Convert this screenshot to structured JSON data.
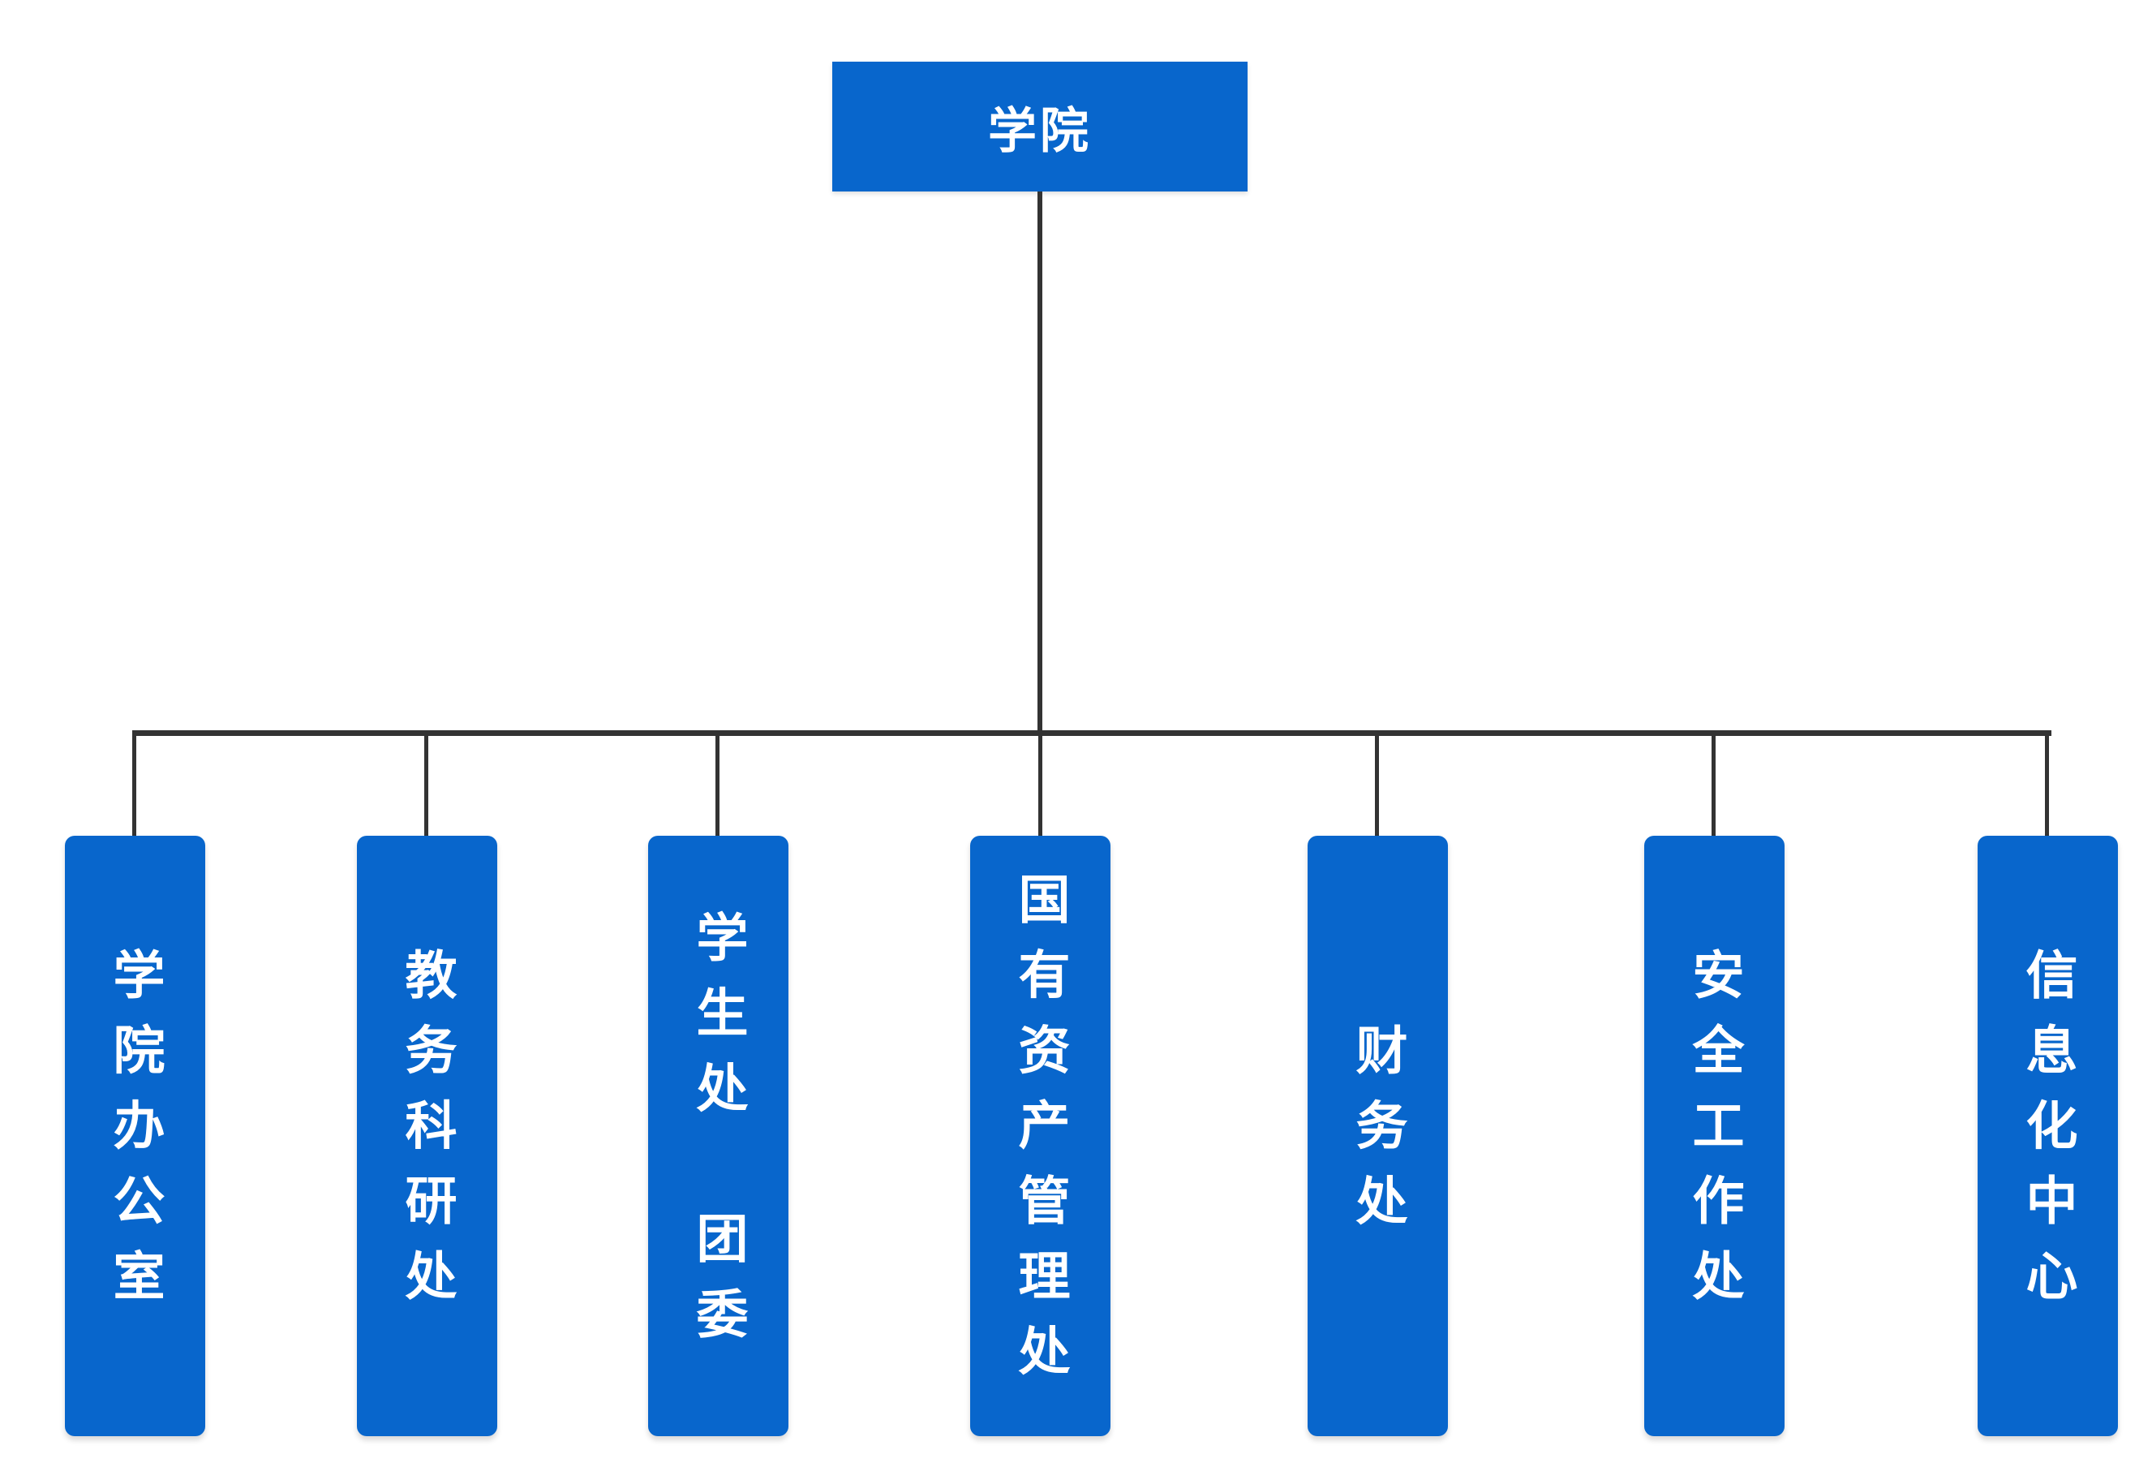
{
  "diagram": {
    "type": "org-chart",
    "root": {
      "label": "学院"
    },
    "children": [
      {
        "label": "学院办公室"
      },
      {
        "label": "教务科研处"
      },
      {
        "label": "学生处　团委"
      },
      {
        "label": "国有资产管理处"
      },
      {
        "label": "财务处"
      },
      {
        "label": "安全工作处"
      },
      {
        "label": "信息化中心"
      }
    ],
    "colors": {
      "box_fill": "#0866CC",
      "box_text": "#FFFFFF",
      "connector": "#333333",
      "background": "#FFFFFF"
    }
  }
}
